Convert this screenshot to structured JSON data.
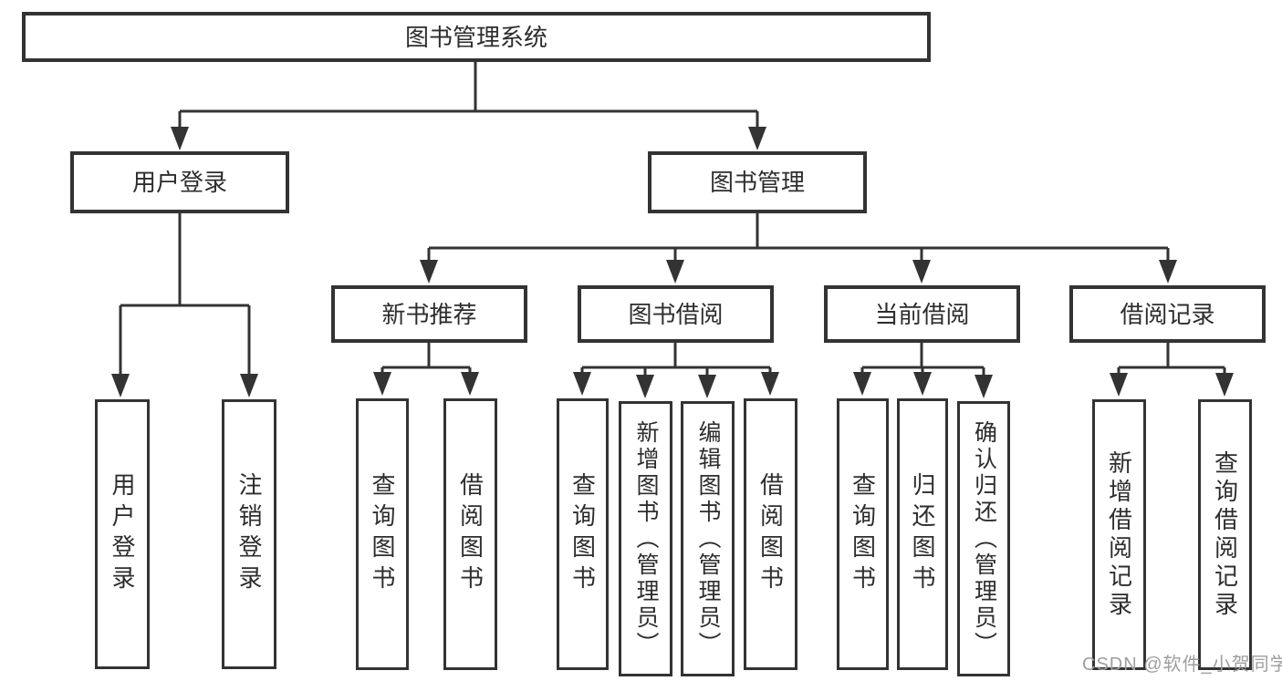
{
  "tree": {
    "root": {
      "label": "图书管理系统",
      "children": [
        {
          "label": "用户登录",
          "children": [
            {
              "label": "用户登录"
            },
            {
              "label": "注销登录"
            }
          ]
        },
        {
          "label": "图书管理",
          "children": [
            {
              "label": "新书推荐",
              "children": [
                {
                  "label": "查询图书"
                },
                {
                  "label": "借阅图书"
                }
              ]
            },
            {
              "label": "图书借阅",
              "children": [
                {
                  "label": "查询图书"
                },
                {
                  "label": "新增图书（管理员）"
                },
                {
                  "label": "编辑图书（管理员）"
                },
                {
                  "label": "借阅图书"
                }
              ]
            },
            {
              "label": "当前借阅",
              "children": [
                {
                  "label": "查询图书"
                },
                {
                  "label": "归还图书"
                },
                {
                  "label": "确认归还（管理员）"
                }
              ]
            },
            {
              "label": "借阅记录",
              "children": [
                {
                  "label": "新增借阅记录"
                },
                {
                  "label": "查询借阅记录"
                }
              ]
            }
          ]
        }
      ]
    }
  },
  "watermark": {
    "text": "CSDN @软件_小贺同学"
  },
  "colors": {
    "line": "#333333",
    "box_background": "#ffffff",
    "text": "#2d2d2d",
    "watermark": "#9e9e9e"
  }
}
